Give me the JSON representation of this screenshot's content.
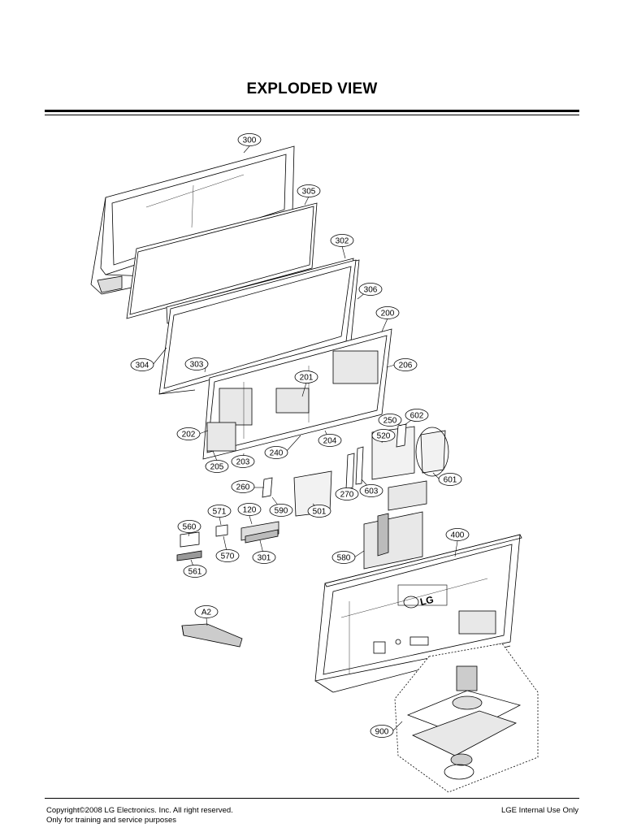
{
  "page": {
    "title": "EXPLODED VIEW"
  },
  "parts": [
    {
      "id": "300",
      "label": "300"
    },
    {
      "id": "305",
      "label": "305"
    },
    {
      "id": "302",
      "label": "302"
    },
    {
      "id": "306",
      "label": "306"
    },
    {
      "id": "200",
      "label": "200"
    },
    {
      "id": "206",
      "label": "206"
    },
    {
      "id": "304",
      "label": "304"
    },
    {
      "id": "303",
      "label": "303"
    },
    {
      "id": "201",
      "label": "201"
    },
    {
      "id": "202",
      "label": "202"
    },
    {
      "id": "205",
      "label": "205"
    },
    {
      "id": "203",
      "label": "203"
    },
    {
      "id": "240",
      "label": "240"
    },
    {
      "id": "204",
      "label": "204"
    },
    {
      "id": "250",
      "label": "250"
    },
    {
      "id": "602",
      "label": "602"
    },
    {
      "id": "520",
      "label": "520"
    },
    {
      "id": "601",
      "label": "601"
    },
    {
      "id": "260",
      "label": "260"
    },
    {
      "id": "270",
      "label": "270"
    },
    {
      "id": "603",
      "label": "603"
    },
    {
      "id": "501",
      "label": "501"
    },
    {
      "id": "590",
      "label": "590"
    },
    {
      "id": "571",
      "label": "571"
    },
    {
      "id": "120",
      "label": "120"
    },
    {
      "id": "560",
      "label": "560"
    },
    {
      "id": "570",
      "label": "570"
    },
    {
      "id": "301",
      "label": "301"
    },
    {
      "id": "580",
      "label": "580"
    },
    {
      "id": "561",
      "label": "561"
    },
    {
      "id": "400",
      "label": "400"
    },
    {
      "id": "A2",
      "label": "A2"
    },
    {
      "id": "900",
      "label": "900"
    }
  ],
  "footer": {
    "copyright": "Copyright©2008 LG Electronics. Inc. All right reserved.",
    "purpose": "Only for training and service purposes",
    "internal": "LGE Internal Use Only"
  }
}
